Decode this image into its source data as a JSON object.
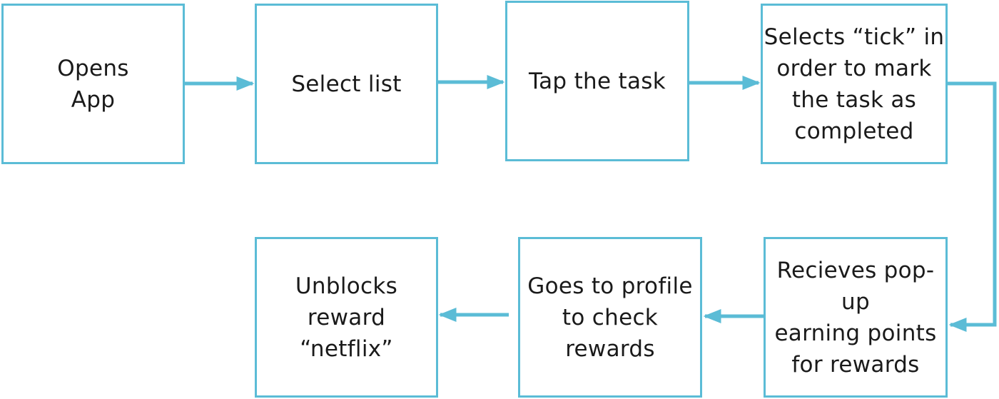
{
  "flow": {
    "steps": [
      {
        "id": "opens-app",
        "label": "Opens\nApp"
      },
      {
        "id": "select-list",
        "label": "Select list"
      },
      {
        "id": "tap-task",
        "label": "Tap the task"
      },
      {
        "id": "selects-tick",
        "label": "Selects “tick” in\norder to mark\nthe task as\ncompleted"
      },
      {
        "id": "recieves-popup",
        "label": "Recieves pop-\nup\nearning points\nfor rewards"
      },
      {
        "id": "goes-profile",
        "label": "Goes to profile\nto check\nrewards"
      },
      {
        "id": "unblocks-reward",
        "label": "Unblocks\nreward\n“netflix”"
      }
    ],
    "connections": [
      {
        "from": "opens-app",
        "to": "select-list"
      },
      {
        "from": "select-list",
        "to": "tap-task"
      },
      {
        "from": "tap-task",
        "to": "selects-tick"
      },
      {
        "from": "selects-tick",
        "to": "recieves-popup"
      },
      {
        "from": "recieves-popup",
        "to": "goes-profile"
      },
      {
        "from": "goes-profile",
        "to": "unblocks-reward"
      }
    ]
  },
  "colors": {
    "box_border": "#5bbcd6",
    "arrow": "#5bbcd6",
    "text": "#1a1a1a",
    "background": "#ffffff"
  }
}
